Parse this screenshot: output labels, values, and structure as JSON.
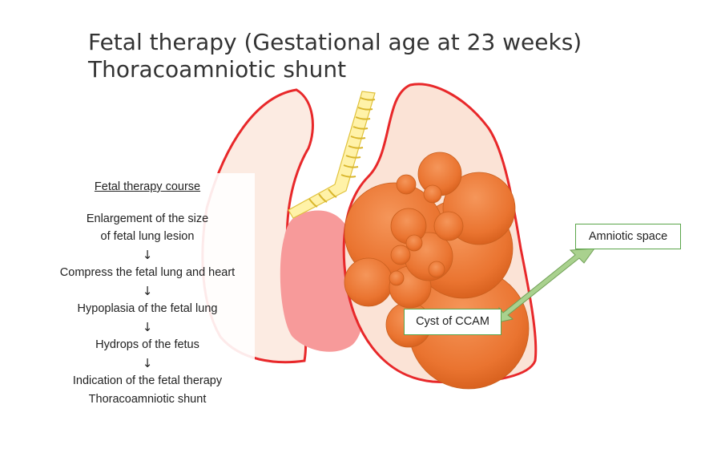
{
  "title": {
    "line1": "Fetal therapy (Gestational age at 23 weeks)",
    "line2": "Thoracoamniotic shunt"
  },
  "course": {
    "heading": "Fetal therapy course",
    "steps": [
      "Enlargement of the size",
      "of fetal lung lesion",
      "↓",
      "Compress the fetal lung and heart",
      "↓",
      "Hypoplasia of the fetal lung",
      "↓",
      "Hydrops of the fetus",
      "↓",
      "Indication of the fetal therapy",
      "Thoracoamniotic shunt"
    ]
  },
  "labels": {
    "amniotic_space": "Amniotic space",
    "cyst": "Cyst of CCAM"
  },
  "colors": {
    "lung_outline": "#e8282a",
    "lung_fill": "#fbe3d6",
    "heart": "#f79a9a",
    "cyst_fill": "#ee7a33",
    "trachea": "#fff2a8",
    "arrow": "#a9d18e"
  }
}
